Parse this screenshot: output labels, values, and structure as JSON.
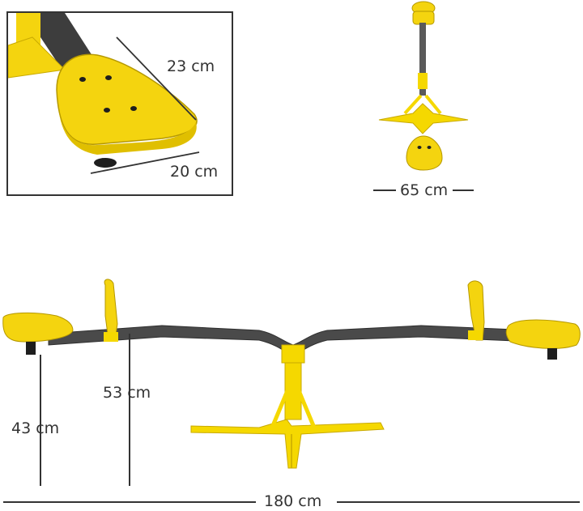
{
  "colors": {
    "frame_yellow": "#f5d800",
    "seat_yellow": "#f4d40f",
    "bar_grey": "#4a4a4a",
    "dimension_line": "#333333",
    "background": "#ffffff"
  },
  "dimensions": {
    "seat_length": "23 cm",
    "seat_width": "20 cm",
    "total_width": "65 cm",
    "handle_height": "53 cm",
    "seat_height": "43 cm",
    "total_length": "180 cm"
  }
}
